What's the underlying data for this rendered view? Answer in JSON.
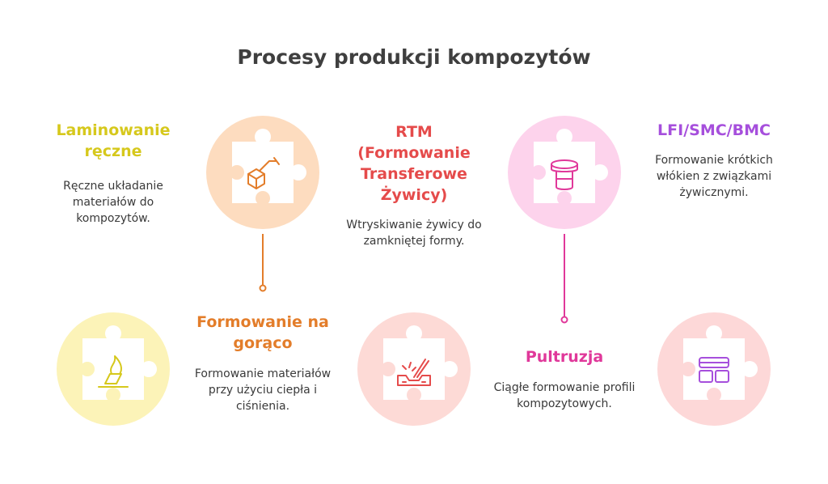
{
  "title": "Procesy produkcji kompozytów",
  "processes": [
    {
      "heading": "Laminowanie ręczne",
      "description": "Ręczne układanie materiałów do kompozytów.",
      "color": "#d6c81c",
      "circle": "#fcf3b8",
      "icon": "hand-layup-icon"
    },
    {
      "heading": "Formowanie na gorąco",
      "description": "Formowanie materiałów przy użyciu ciepła i ciśnienia.",
      "color": "#e37d2a",
      "circle": "#fddcbf",
      "icon": "hot-forming-icon"
    },
    {
      "heading": "RTM (Formowanie Transferowe Żywicy)",
      "description": "Wtryskiwanie żywicy do zamkniętej formy.",
      "color": "#e54b4b",
      "circle": "#fddad6",
      "icon": "resin-injection-icon"
    },
    {
      "heading": "Pultruzja",
      "description": "Ciągłe formowanie profili kompozytowych.",
      "color": "#e0389a",
      "circle": "#fdd3ec",
      "icon": "pultrusion-icon"
    },
    {
      "heading": "LFI/SMC/BMC",
      "description": "Formowanie krótkich włókien z związkami żywicznymi.",
      "color": "#a64fdc",
      "circle": "#fdd8d8",
      "icon": "fiber-compound-icon"
    }
  ]
}
